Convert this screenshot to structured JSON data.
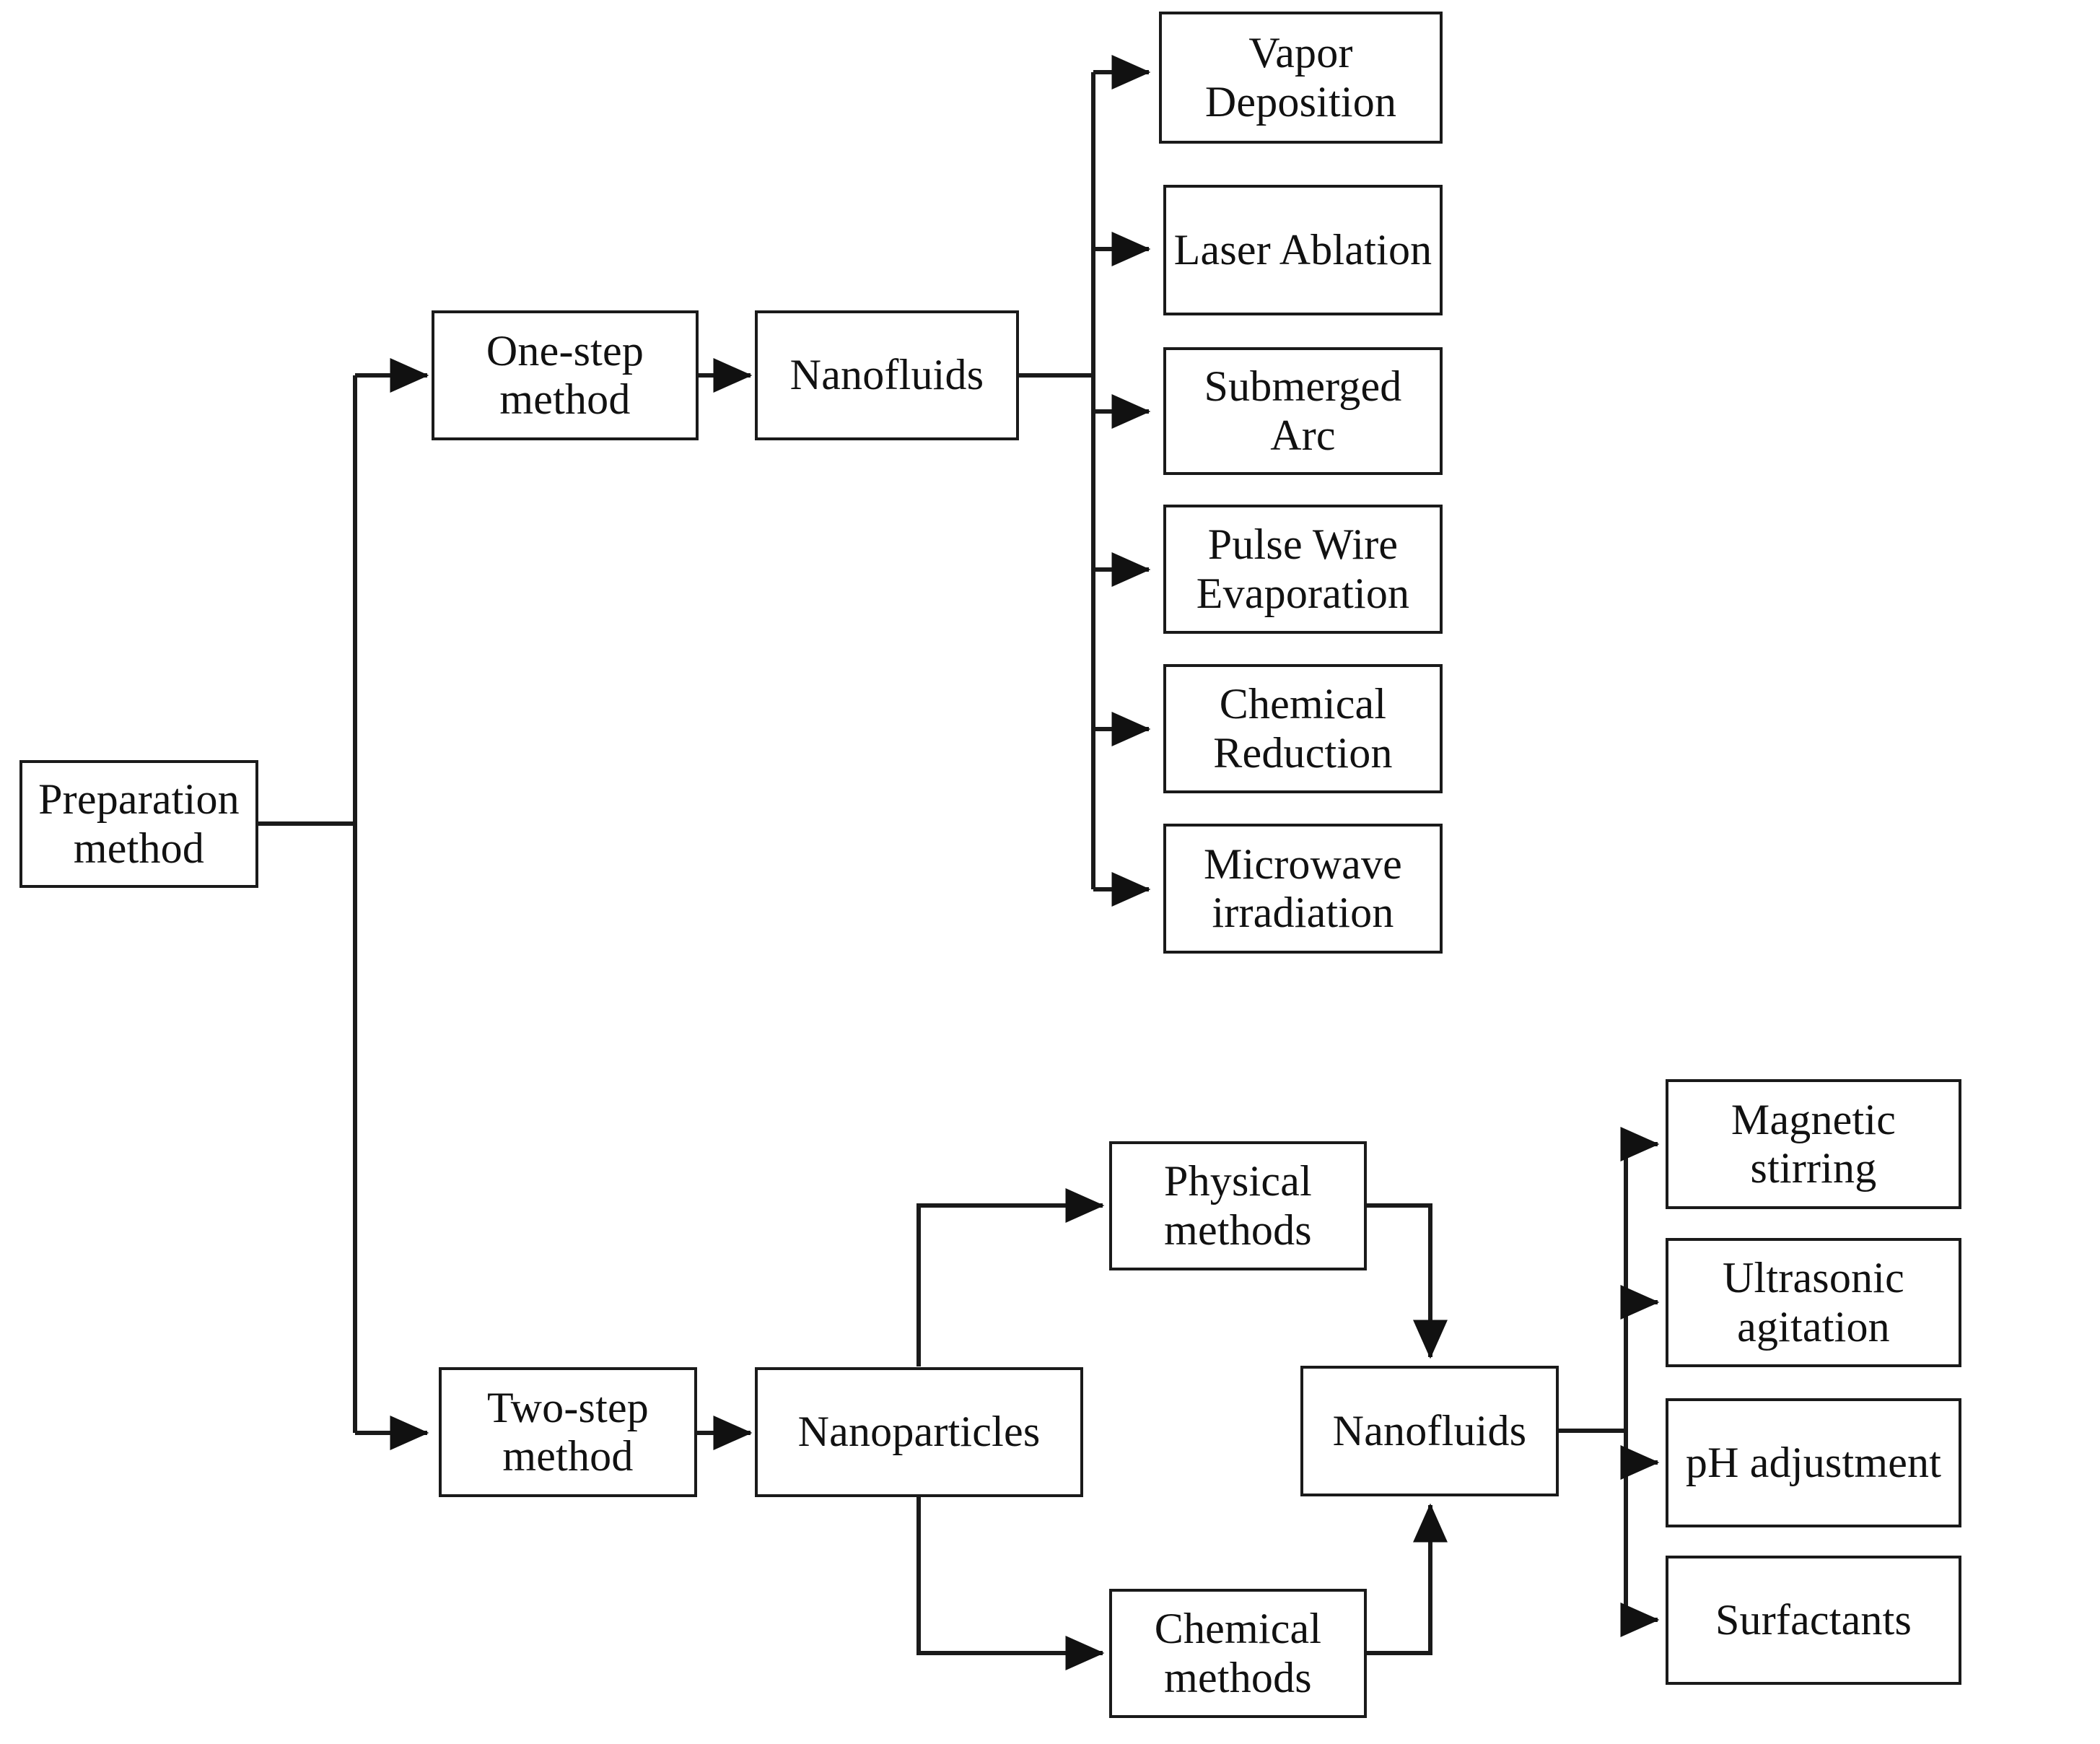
{
  "diagram": {
    "title": "Nanofluid preparation method flowchart",
    "type": "flowchart",
    "orientation": "left-to-right",
    "background_color": "#ffffff",
    "line_color": "#1a1a1a",
    "text_color": "#111111",
    "nodes": {
      "root": "Preparation\nmethod",
      "one_step": "One-step\nmethod",
      "one_step_nanofluids": "Nanofluids",
      "vapor_deposition": "Vapor Deposition",
      "laser_ablation": "Laser Ablation",
      "submerged_arc": "Submerged Arc",
      "pulse_wire_evaporation": "Pulse Wire\nEvaporation",
      "chemical_reduction": "Chemical\nReduction",
      "microwave_irradiation": "Microwave\nirradiation",
      "two_step": "Two-step\nmethod",
      "nanoparticles": "Nanoparticles",
      "physical_methods": "Physical\nmethods",
      "chemical_methods": "Chemical\nmethods",
      "two_step_nanofluids": "Nanofluids",
      "magnetic_stirring": "Magnetic stirring",
      "ultrasonic_agitation": "Ultrasonic\nagitation",
      "ph_adjustment": "pH adjustment",
      "surfactants": "Surfactants"
    },
    "edges": [
      {
        "from": "root",
        "to": "one_step"
      },
      {
        "from": "root",
        "to": "two_step"
      },
      {
        "from": "one_step",
        "to": "one_step_nanofluids"
      },
      {
        "from": "one_step_nanofluids",
        "to": "vapor_deposition"
      },
      {
        "from": "one_step_nanofluids",
        "to": "laser_ablation"
      },
      {
        "from": "one_step_nanofluids",
        "to": "submerged_arc"
      },
      {
        "from": "one_step_nanofluids",
        "to": "pulse_wire_evaporation"
      },
      {
        "from": "one_step_nanofluids",
        "to": "chemical_reduction"
      },
      {
        "from": "one_step_nanofluids",
        "to": "microwave_irradiation"
      },
      {
        "from": "two_step",
        "to": "nanoparticles"
      },
      {
        "from": "nanoparticles",
        "to": "physical_methods"
      },
      {
        "from": "nanoparticles",
        "to": "chemical_methods"
      },
      {
        "from": "physical_methods",
        "to": "two_step_nanofluids"
      },
      {
        "from": "chemical_methods",
        "to": "two_step_nanofluids"
      },
      {
        "from": "two_step_nanofluids",
        "to": "magnetic_stirring"
      },
      {
        "from": "two_step_nanofluids",
        "to": "ultrasonic_agitation"
      },
      {
        "from": "two_step_nanofluids",
        "to": "ph_adjustment"
      },
      {
        "from": "two_step_nanofluids",
        "to": "surfactants"
      }
    ]
  }
}
